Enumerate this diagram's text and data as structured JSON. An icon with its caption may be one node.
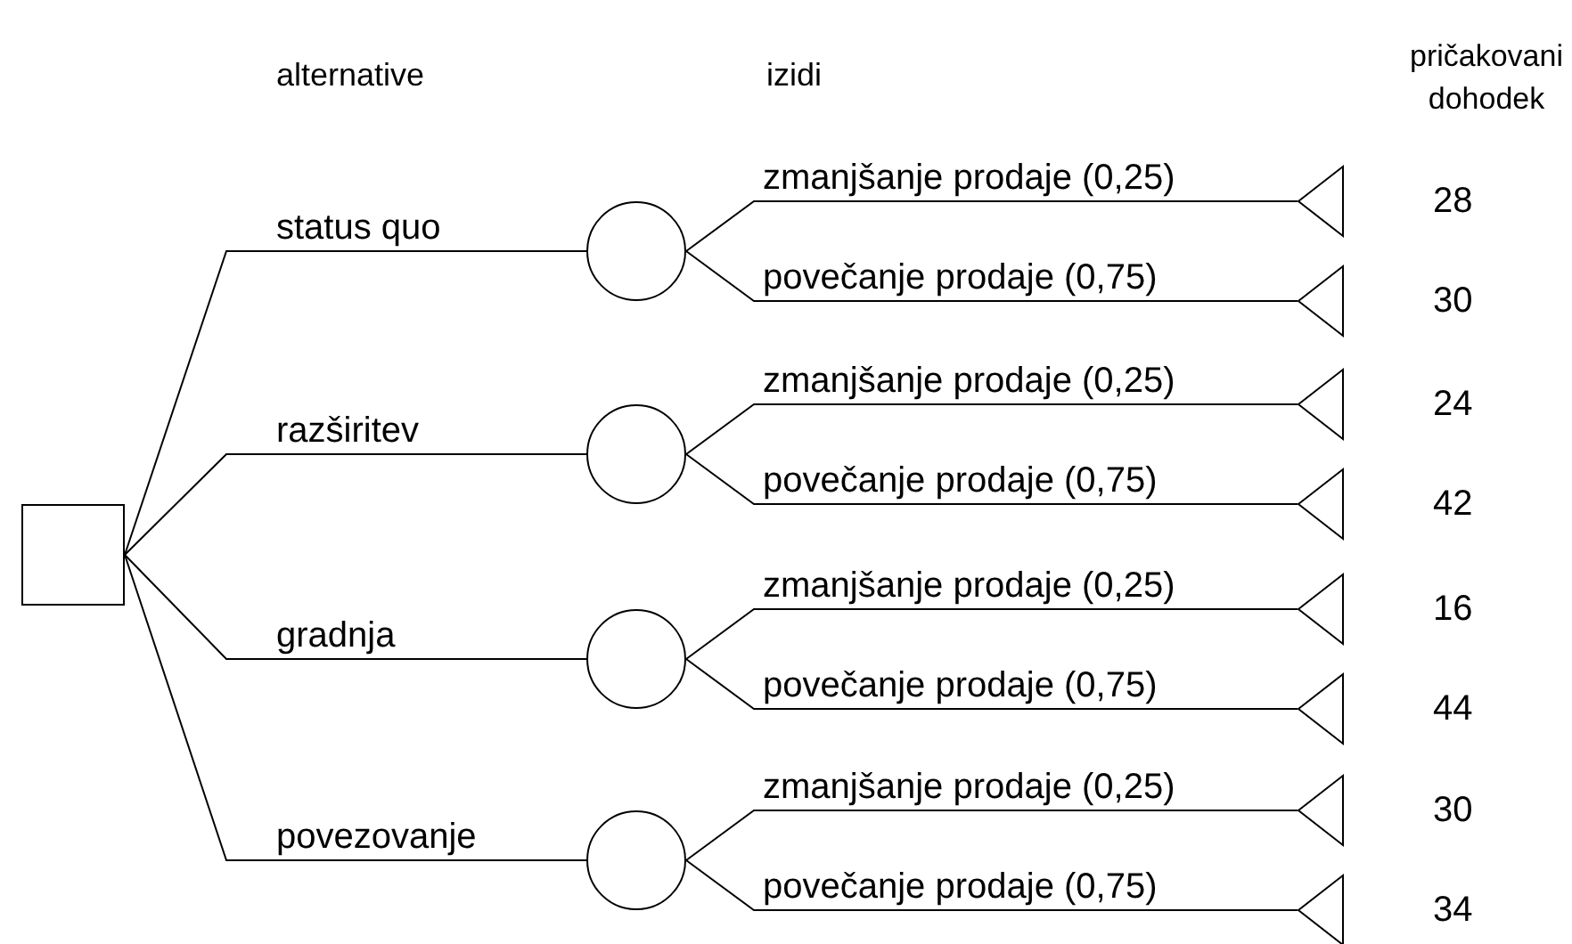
{
  "diagram": {
    "nodes": [
      {
        "text": [],
        "shape": "box"
      },
      {
        "text": [],
        "shape": "circle"
      },
      {
        "text": [],
        "shape": "circle"
      },
      {
        "text": [],
        "shape": "circle"
      },
      {
        "text": [],
        "shape": "circle"
      },
      {
        "text": [],
        "shape": "triangle",
        "beside": [
          "28"
        ]
      },
      {
        "text": [],
        "shape": "triangle",
        "beside": [
          "30"
        ]
      },
      {
        "text": [],
        "shape": "triangle",
        "beside": [
          "24"
        ]
      },
      {
        "text": [],
        "shape": "triangle",
        "beside": [
          "42"
        ]
      },
      {
        "text": [],
        "shape": "triangle",
        "beside": [
          "16"
        ]
      },
      {
        "text": [],
        "shape": "triangle",
        "beside": [
          "44"
        ]
      },
      {
        "text": [],
        "shape": "triangle",
        "beside": [
          "30"
        ]
      },
      {
        "text": [],
        "shape": "triangle",
        "beside": [
          "34"
        ]
      }
    ],
    "edges": [
      {
        "from": 0,
        "to": 1,
        "arrow": "none",
        "label": "status quo"
      },
      {
        "from": 0,
        "to": 2,
        "arrow": "none",
        "label": "razširitev"
      },
      {
        "from": 0,
        "to": 3,
        "arrow": "none",
        "label": "gradnja"
      },
      {
        "from": 0,
        "to": 4,
        "arrow": "none",
        "label": "povezovanje"
      },
      {
        "from": 1,
        "to": 5,
        "arrow": "none",
        "label": "zmanjšanje prodaje (0,25)"
      },
      {
        "from": 1,
        "to": 6,
        "arrow": "none",
        "label": "povečanje prodaje (0,75)"
      },
      {
        "from": 2,
        "to": 7,
        "arrow": "none",
        "label": "zmanjšanje prodaje (0,25)"
      },
      {
        "from": 2,
        "to": 8,
        "arrow": "none",
        "label": "povečanje prodaje (0,75)"
      },
      {
        "from": 3,
        "to": 9,
        "arrow": "none",
        "label": "zmanjšanje prodaje (0,25)"
      },
      {
        "from": 3,
        "to": 10,
        "arrow": "none",
        "label": "povečanje prodaje (0,75)"
      },
      {
        "from": 4,
        "to": 11,
        "arrow": "none",
        "label": "zmanjšanje prodaje (0,25)"
      },
      {
        "from": 4,
        "to": 12,
        "arrow": "none",
        "label": "povečanje prodaje (0,75)"
      }
    ],
    "labels": [
      "alternative",
      "izidi",
      "pričakovani dohodek"
    ]
  }
}
